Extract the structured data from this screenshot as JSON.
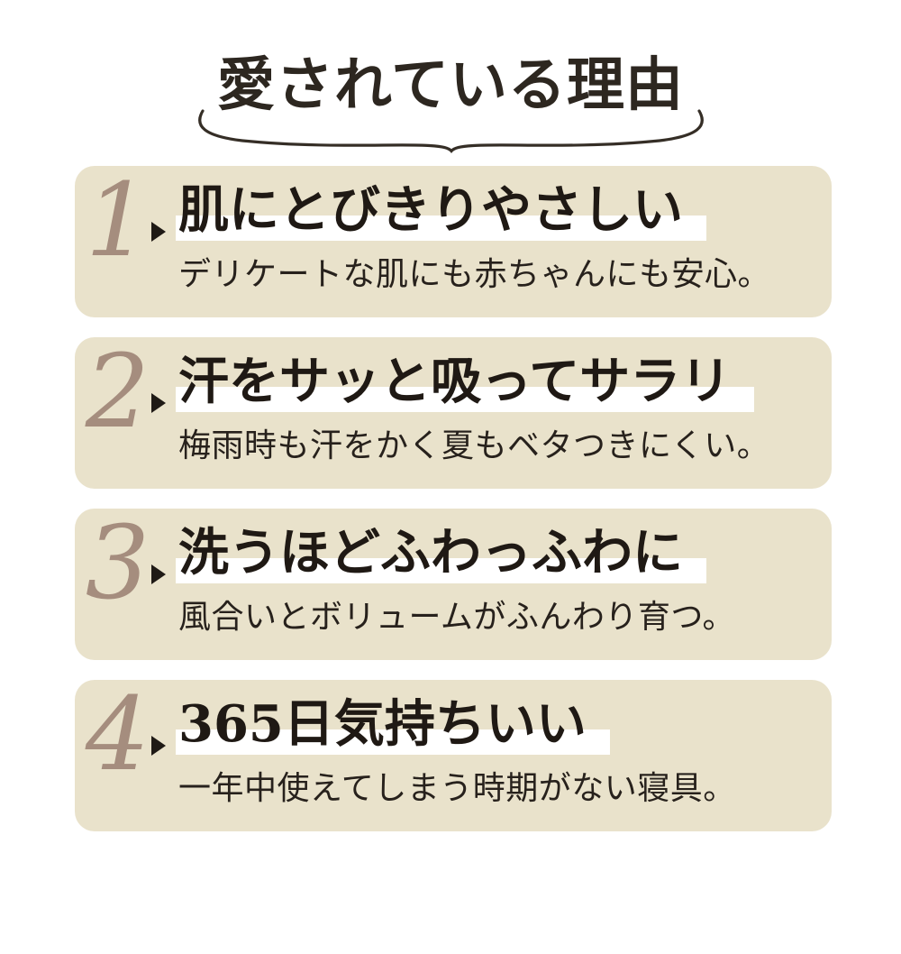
{
  "header": {
    "title": "愛されている理由"
  },
  "reasons": [
    {
      "number": "1",
      "heading": "肌にとびきりやさしい",
      "description": "デリケートな肌にも赤ちゃんにも安心。"
    },
    {
      "number": "2",
      "heading": "汗をサッと吸ってサラリ",
      "description": "梅雨時も汗をかく夏もベタつきにくい。"
    },
    {
      "number": "3",
      "heading": "洗うほどふわっふわに",
      "description": "風合いとボリュームがふんわり育つ。"
    },
    {
      "number": "4",
      "heading": "365日気持ちいい",
      "description": "一年中使えてしまう時期がない寝具。"
    }
  ],
  "colors": {
    "page_bg": "#ffffff",
    "card_bg": "#e9e2cb",
    "number": "#a58d7e",
    "heading_text": "#1f1914",
    "body_text": "#27211c",
    "title_text": "#2d2720",
    "highlight": "#ffffff",
    "brace": "#352e26",
    "arrow": "#1f1a15"
  },
  "icons": {
    "arrow": "right-pointing-triangle",
    "brace": "underbrace-swash"
  }
}
